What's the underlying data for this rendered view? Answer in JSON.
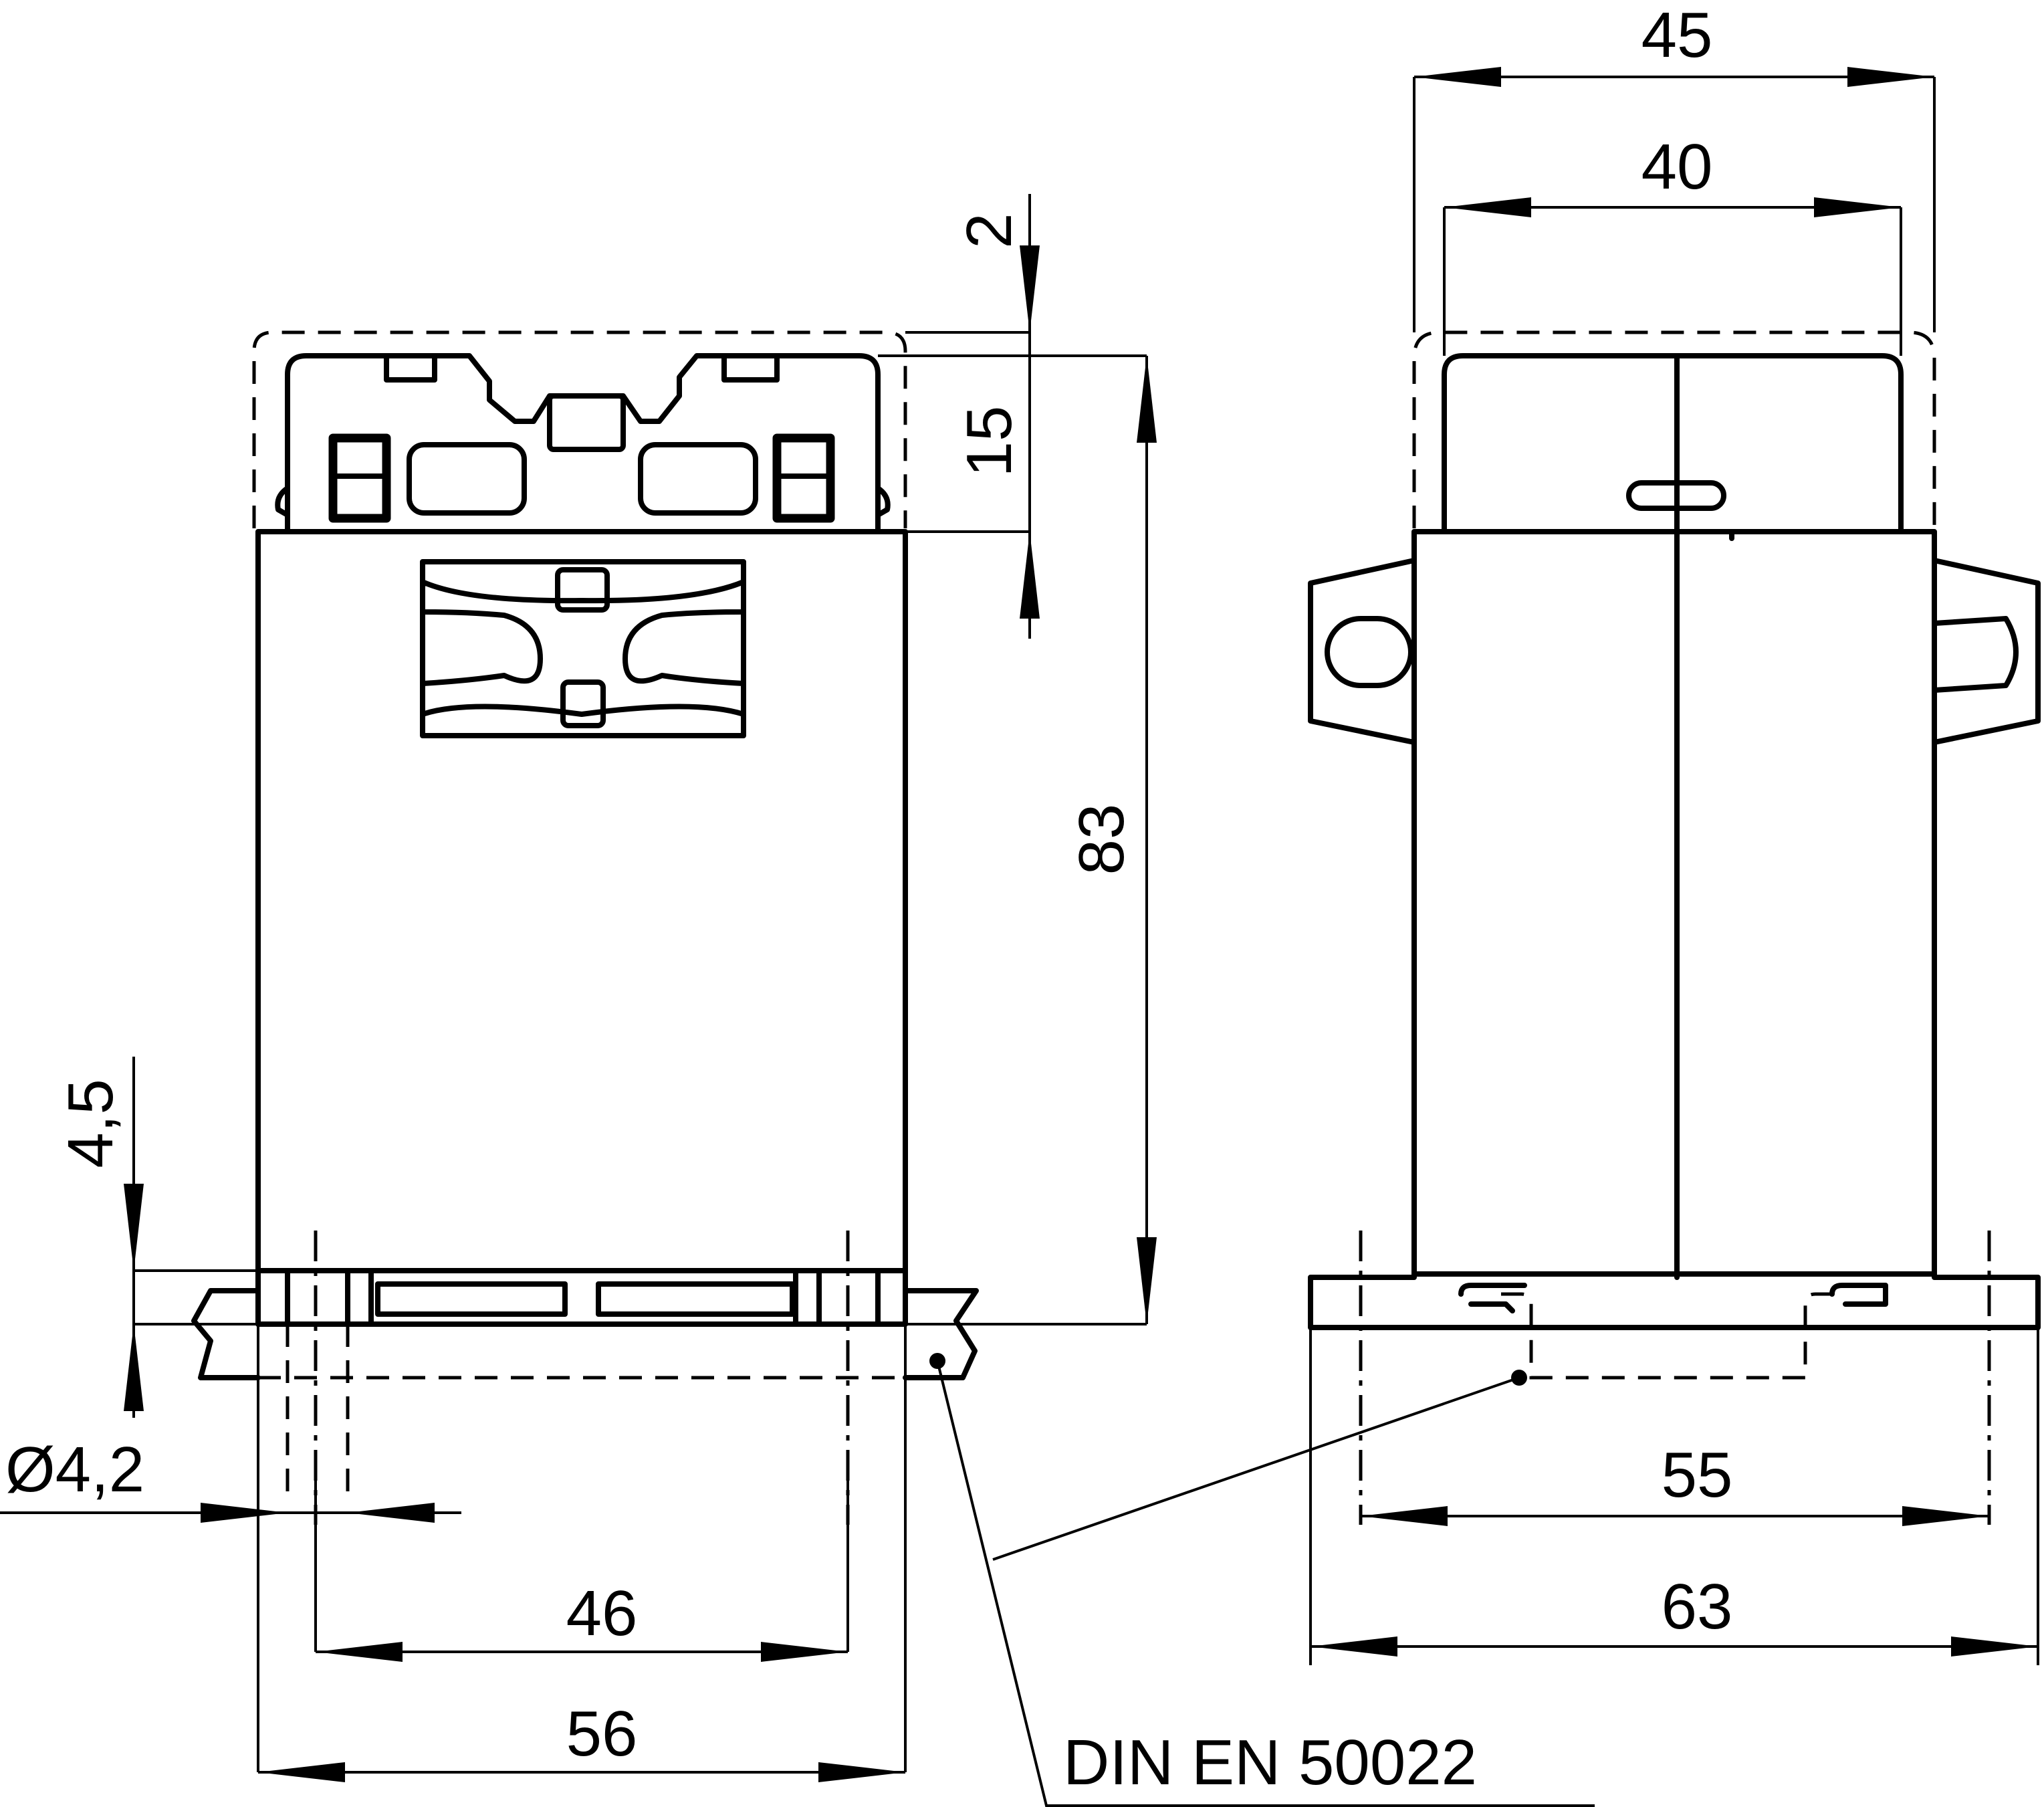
{
  "dimensions": {
    "width_total_side": "45",
    "width_inner_side": "40",
    "gap_top": "2",
    "terminal_height": "15",
    "body_height": "83",
    "foot_height": "4,5",
    "hole_diameter": "Ø4,2",
    "mounting_front": "46",
    "width_front": "56",
    "mounting_side": "55",
    "width_side": "63"
  },
  "callout": {
    "standard": "DIN EN 50022"
  }
}
